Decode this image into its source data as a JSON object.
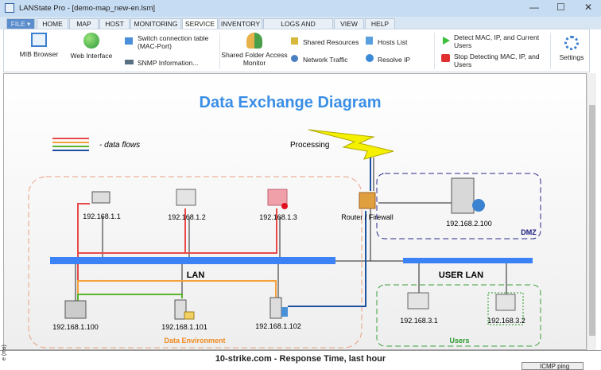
{
  "window": {
    "title": "LANState Pro - [demo-map_new-en.lsm]",
    "minimize": "—",
    "maximize": "☐",
    "close": "✕"
  },
  "tabs": [
    {
      "label": "FILE ▾"
    },
    {
      "label": "HOME"
    },
    {
      "label": "MAP"
    },
    {
      "label": "HOST"
    },
    {
      "label": "MONITORING"
    },
    {
      "label": "SERVICE",
      "active": true
    },
    {
      "label": "INVENTORY"
    },
    {
      "label": "LOGS AND REPORTS"
    },
    {
      "label": "VIEW"
    },
    {
      "label": "HELP"
    }
  ],
  "ribbon": {
    "mib_browser": "MIB Browser",
    "web_interface": "Web Interface",
    "switch_table": "Switch connection table (MAC-Port)",
    "snmp_info": "SNMP Information...",
    "shared_folder": "Shared Folder Access Monitor",
    "shared_resources": "Shared Resources",
    "network_traffic": "Network Traffic",
    "hosts_list": "Hosts List",
    "resolve_ip": "Resolve IP",
    "detect": "Detect MAC, IP, and Current Users",
    "stop_detect": "Stop Detecting MAC, IP, and Users",
    "settings": "Settings"
  },
  "diagram": {
    "title": "Data Exchange Diagram",
    "legend": "- data flows",
    "processing": "Processing",
    "lan": "LAN",
    "user_lan": "USER LAN",
    "dmz": "DMZ",
    "data_env": "Data Environment",
    "users": "Users",
    "nodes": {
      "n1": "192.168.1.1",
      "n2": "192.168.1.2",
      "n3": "192.168.1.3",
      "router": "Router / Firewall",
      "dmz_server": "192.168.2.100",
      "n100": "192.168.1.100",
      "n101": "192.168.1.101",
      "n102": "192.168.1.102",
      "u1": "192.168.3.1",
      "u2": "192.168.3.2"
    },
    "colors": {
      "red": "#e84a4a",
      "orange": "#f5a03a",
      "green": "#5ab52a",
      "blue": "#1f4fa0",
      "lan": "#3b82f6",
      "title": "#3a8ee6"
    }
  },
  "bottom_panel": {
    "title": "10-strike.com - Response Time, last hour",
    "y_axis": "e (ms)",
    "legend": "ICMP ping"
  }
}
